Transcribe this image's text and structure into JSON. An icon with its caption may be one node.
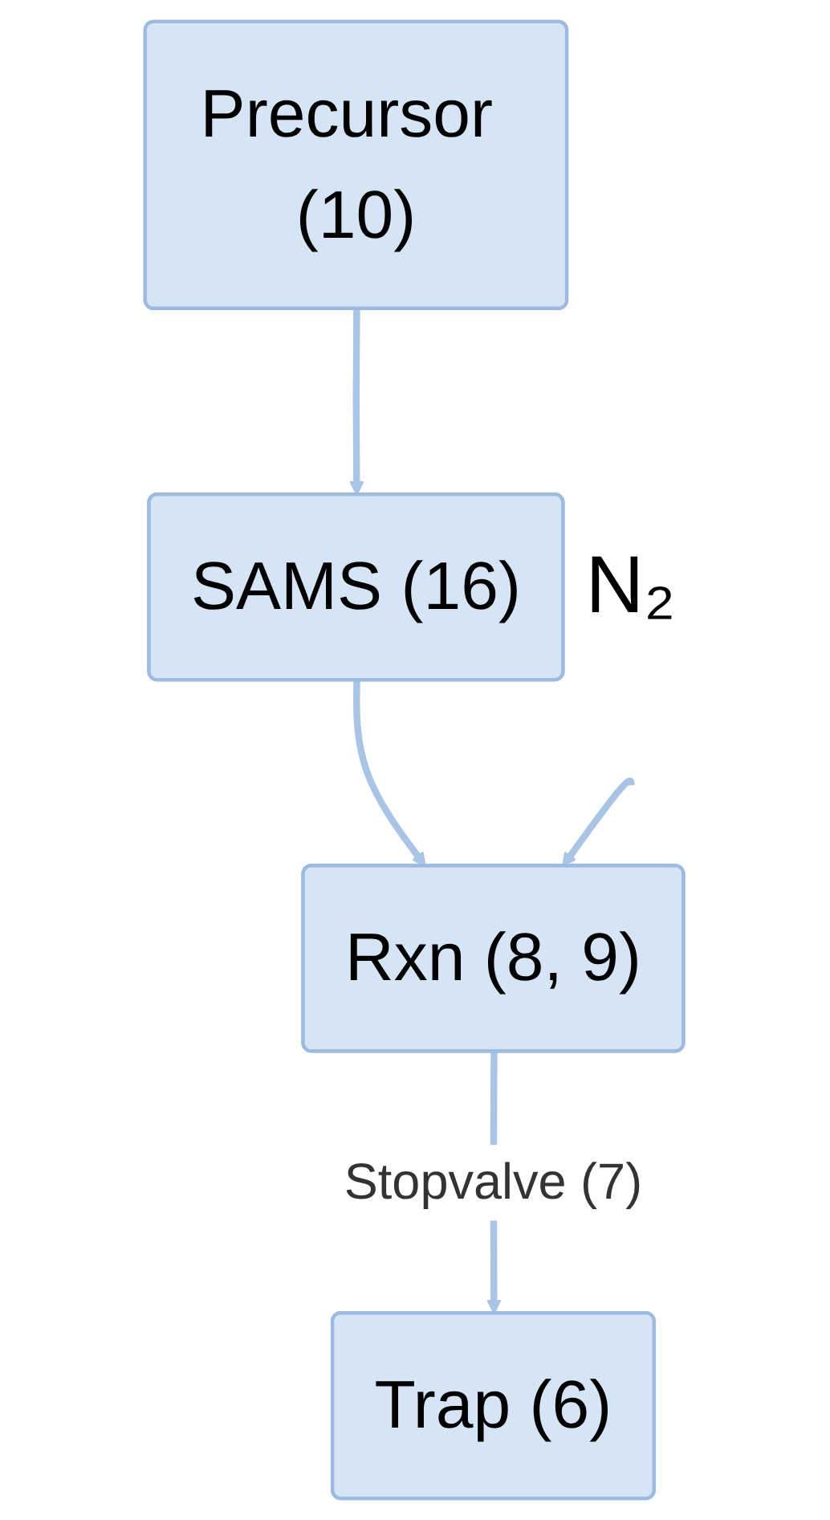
{
  "diagram": {
    "nodes": [
      {
        "text": [
          "Precursor (10)"
        ]
      },
      {
        "text": [
          "SAMS (16)"
        ]
      },
      {
        "text": [
          "Rxn (8, 9)"
        ]
      },
      {
        "text": [
          "Trap (6)"
        ]
      },
      {
        "text": [
          "N₂"
        ]
      }
    ],
    "edges": [
      {
        "from": 0,
        "to": 1,
        "arrow": "to"
      },
      {
        "from": 1,
        "to": 2,
        "arrow": "to"
      },
      {
        "from": 4,
        "to": 2,
        "arrow": "to"
      },
      {
        "from": 2,
        "to": 3,
        "arrow": "to",
        "label": "Stopvalve (7)"
      }
    ]
  }
}
